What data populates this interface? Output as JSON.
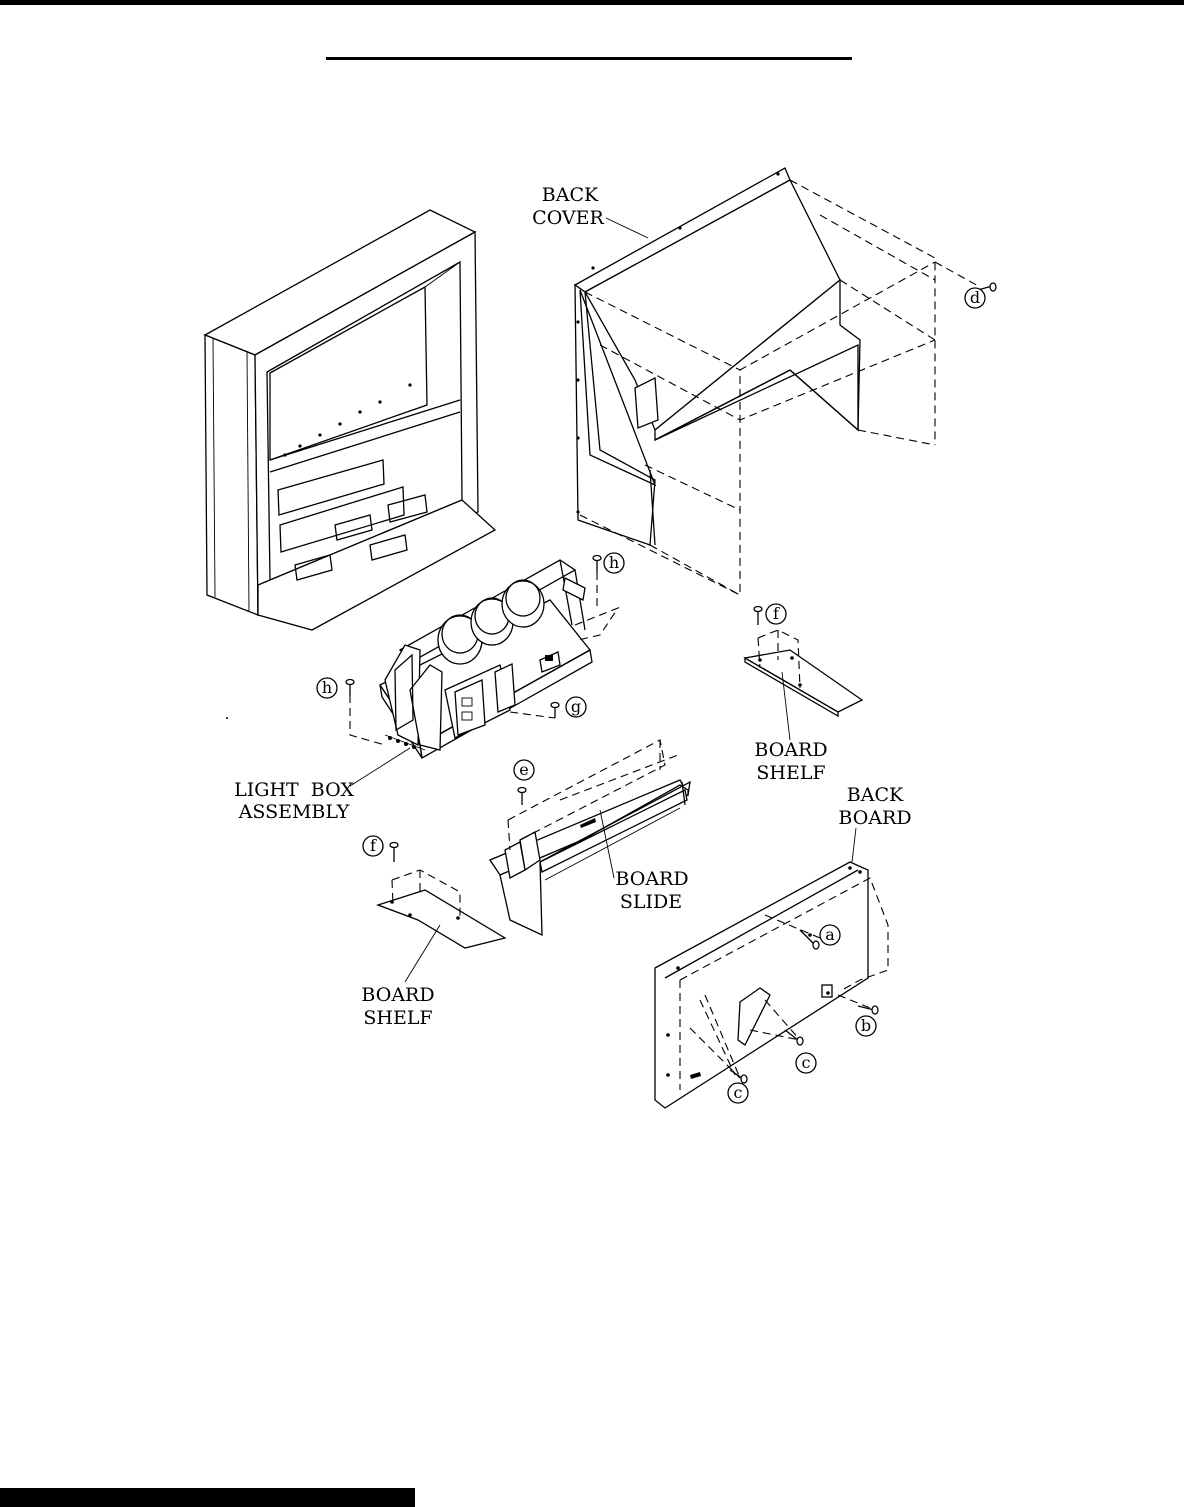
{
  "diagram": {
    "labels": {
      "back_cover": [
        "BACK",
        "COVER"
      ],
      "light_box_assembly": [
        "LIGHT  BOX",
        "ASSEMBLY"
      ],
      "board_shelf_right": [
        "BOARD",
        "SHELF"
      ],
      "back_board": [
        "BACK",
        "BOARD"
      ],
      "board_slide": [
        "BOARD",
        "SLIDE"
      ],
      "board_shelf_left": [
        "BOARD",
        "SHELF"
      ]
    },
    "callouts": {
      "screw_d": "d",
      "screw_h_right": "h",
      "screw_f_right": "f",
      "screw_h_left": "h",
      "screw_g": "g",
      "screw_e": "e",
      "screw_f_left": "f",
      "screw_a": "a",
      "screw_b": "b",
      "screw_c_right": "c",
      "screw_c_left": "c"
    }
  }
}
